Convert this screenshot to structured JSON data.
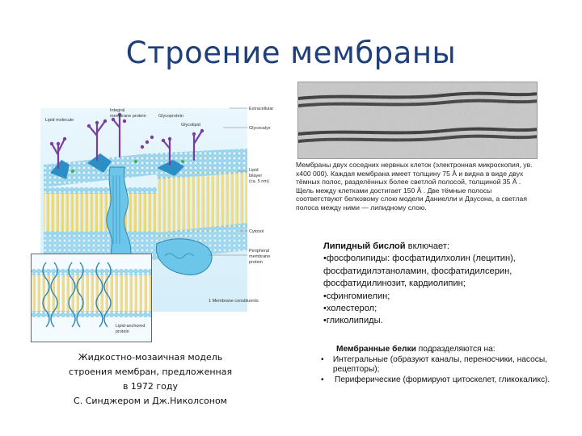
{
  "title": "Строение мембраны",
  "figure": {
    "labels": {
      "lipid_molecule": "Lipid molecule",
      "integral_protein_line1": "Integral",
      "integral_protein_line2": "membrane protein",
      "glycoprotein": "Glycoprotein",
      "glycolipid": "Glycolipid",
      "extracellular": "Extracellular",
      "glycocalyx": "Glycocalyx",
      "lipid_bilayer_1": "Lipid",
      "lipid_bilayer_2": "bilayer",
      "lipid_bilayer_3": "(ca. 5 nm)",
      "cytosol": "Cytosol",
      "peripheral_1": "Peripheral",
      "peripheral_2": "membrane",
      "peripheral_3": "protein",
      "caption_ref": "1  Membrane constituents",
      "lipid_anchored_1": "Lipid-anchored",
      "lipid_anchored_2": "protein"
    }
  },
  "micrograph_caption": "Мембраны двух соседних нервных клеток (электронная микроскопия, ув. х400 000). Каждая мембрана имеет толщину 75 Å и видна в виде двух тёмных полос, разделённых более светлой полосой, толщиной 35 Å . Щель между клетками достигает 150 Å . Две тёмные полосы соответствуют белковому слою модели Даниелли и Даусона, а светлая полоса между ними — липидному слою.",
  "lipid_section": {
    "heading": "Липидный бислой",
    "heading_rest": " включает:",
    "items": [
      "•фосфолипиды: фосфатидилхолин (лецитин),",
      "фосфатидилэтаноламин, фосфатидилсерин,",
      "фосфатидилинозит, кардиолипин;",
      "•сфингомиелин;",
      "•холестерол;",
      "•гликолипиды."
    ]
  },
  "model_caption": {
    "line1": "Жидкостно-мозаичная модель",
    "line2": "строения мембран, предложенная",
    "line3": "в 1972 году",
    "line4": "С. Синджером и Дж.Николсоном"
  },
  "protein_section": {
    "heading": "Мембранные белки",
    "heading_rest": " подразделяются на:",
    "bullet": "•",
    "items": [
      "Интегральные (образуют каналы, переносчики, насосы, рецепторы);",
      "Периферические (формируют цитоскелет, гликокаликс)."
    ]
  },
  "colors": {
    "title": "#1f3f7a",
    "head_group": "#8fd4ee",
    "tail": "#f0d35a",
    "protein": "#6cc6ea",
    "glyco": "#7a3f9e"
  }
}
